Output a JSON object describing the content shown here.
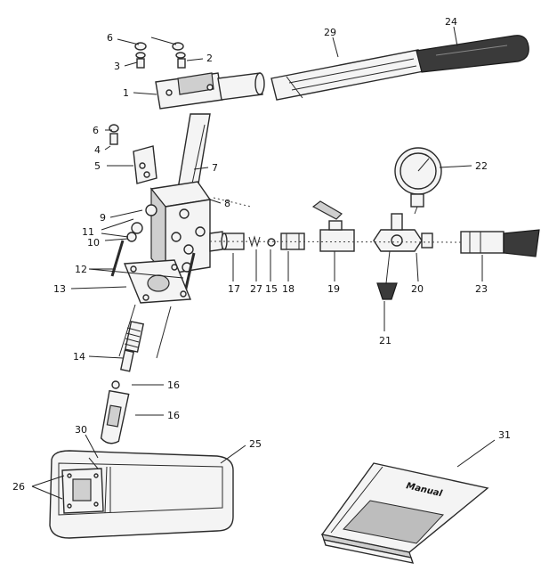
{
  "labels": {
    "l1": "1",
    "l2": "2",
    "l3": "3",
    "l4": "4",
    "l5": "5",
    "l6a": "6",
    "l6b": "6",
    "l7": "7",
    "l8": "8",
    "l9": "9",
    "l10": "10",
    "l11": "11",
    "l12": "12",
    "l13": "13",
    "l14": "14",
    "l15": "15",
    "l16a": "16",
    "l16b": "16",
    "l17": "17",
    "l18": "18",
    "l19": "19",
    "l20": "20",
    "l21": "21",
    "l22": "22",
    "l23": "23",
    "l24": "24",
    "l25": "25",
    "l26": "26",
    "l27": "27",
    "l29": "29",
    "l30": "30",
    "l31": "31"
  },
  "manual": {
    "cover_title": "Manual"
  },
  "colors": {
    "ink": "#2a2a2a",
    "grip": "#3a3a3a",
    "paper": "#ffffff"
  }
}
